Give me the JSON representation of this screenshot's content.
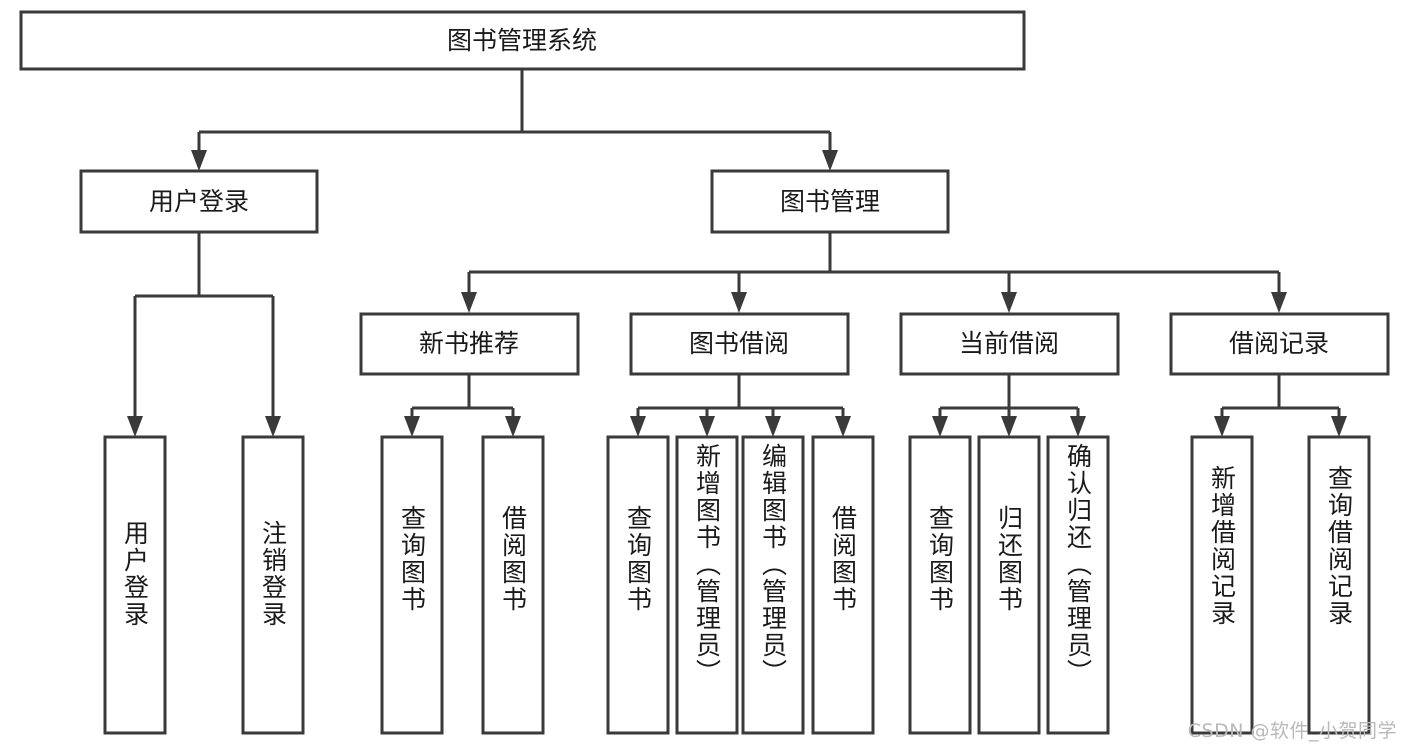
{
  "diagram": {
    "type": "hierarchy-tree",
    "title": "图书管理系统",
    "orientation": "top-down",
    "levels": 4,
    "colors": {
      "box_stroke": "#3a3a3a",
      "box_fill": "#ffffff",
      "connector": "#3a3a3a",
      "text": "#1a1a1a",
      "watermark": "#b9b9b9",
      "background": "#ffffff"
    }
  },
  "root": {
    "label": "图书管理系统"
  },
  "level2": [
    {
      "label": "用户登录"
    },
    {
      "label": "图书管理"
    }
  ],
  "level3": [
    {
      "label": "新书推荐"
    },
    {
      "label": "图书借阅"
    },
    {
      "label": "当前借阅"
    },
    {
      "label": "借阅记录"
    }
  ],
  "leaves": {
    "user_login": [
      {
        "label": "用户登录"
      },
      {
        "label": "注销登录"
      }
    ],
    "new_book_recommend": [
      {
        "label": "查询图书"
      },
      {
        "label": "借阅图书"
      }
    ],
    "book_borrow": [
      {
        "label": "查询图书"
      },
      {
        "label": "新增图书（管理员）"
      },
      {
        "label": "编辑图书（管理员）"
      },
      {
        "label": "借阅图书"
      }
    ],
    "current_borrow": [
      {
        "label": "查询图书"
      },
      {
        "label": "归还图书"
      },
      {
        "label": "确认归还（管理员）"
      }
    ],
    "borrow_record": [
      {
        "label": "新增借阅记录"
      },
      {
        "label": "查询借阅记录"
      }
    ]
  },
  "watermark": {
    "text": "CSDN @软件_小贺同学"
  }
}
